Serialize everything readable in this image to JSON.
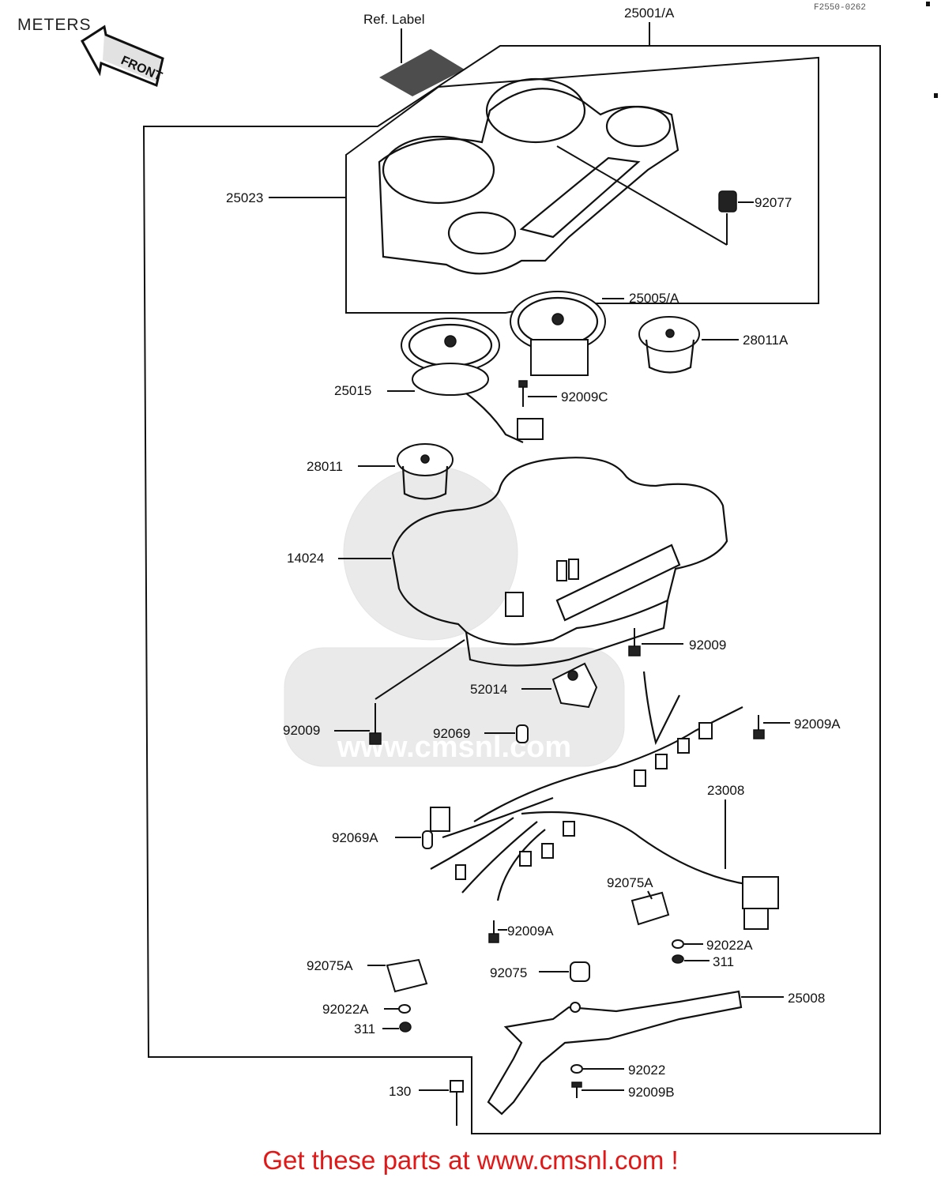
{
  "page": {
    "title": "METERS",
    "code": "F2550-0262",
    "front_arrow_text": "FRONT",
    "watermark": "www.cmsnl.com",
    "footer": "Get these parts at www.cmsnl.com !"
  },
  "labels": {
    "ref_label": "Ref. Label",
    "p25001A": "25001/A",
    "p25023": "25023",
    "p92077": "92077",
    "p25005A": "25005/A",
    "p28011A": "28011A",
    "p25015": "25015",
    "p92009C": "92009C",
    "p28011": "28011",
    "p14024": "14024",
    "p92009_mid": "92009",
    "p52014": "52014",
    "p92009_left": "92009",
    "p92069": "92069",
    "p92009A_right": "92009A",
    "p23008": "23008",
    "p92069A": "92069A",
    "p92075A_right": "92075A",
    "p92009A_low": "92009A",
    "p92022A_right": "92022A",
    "p311_right": "311",
    "p92075A_left": "92075A",
    "p92075": "92075",
    "p25008": "25008",
    "p92022A_left": "92022A",
    "p311_left": "311",
    "p92022": "92022",
    "p130": "130",
    "p92009B": "92009B"
  },
  "icons": [
    "front-arrow-icon",
    "screw-icon",
    "washer-icon",
    "nut-icon",
    "meter-gauge-icon"
  ]
}
